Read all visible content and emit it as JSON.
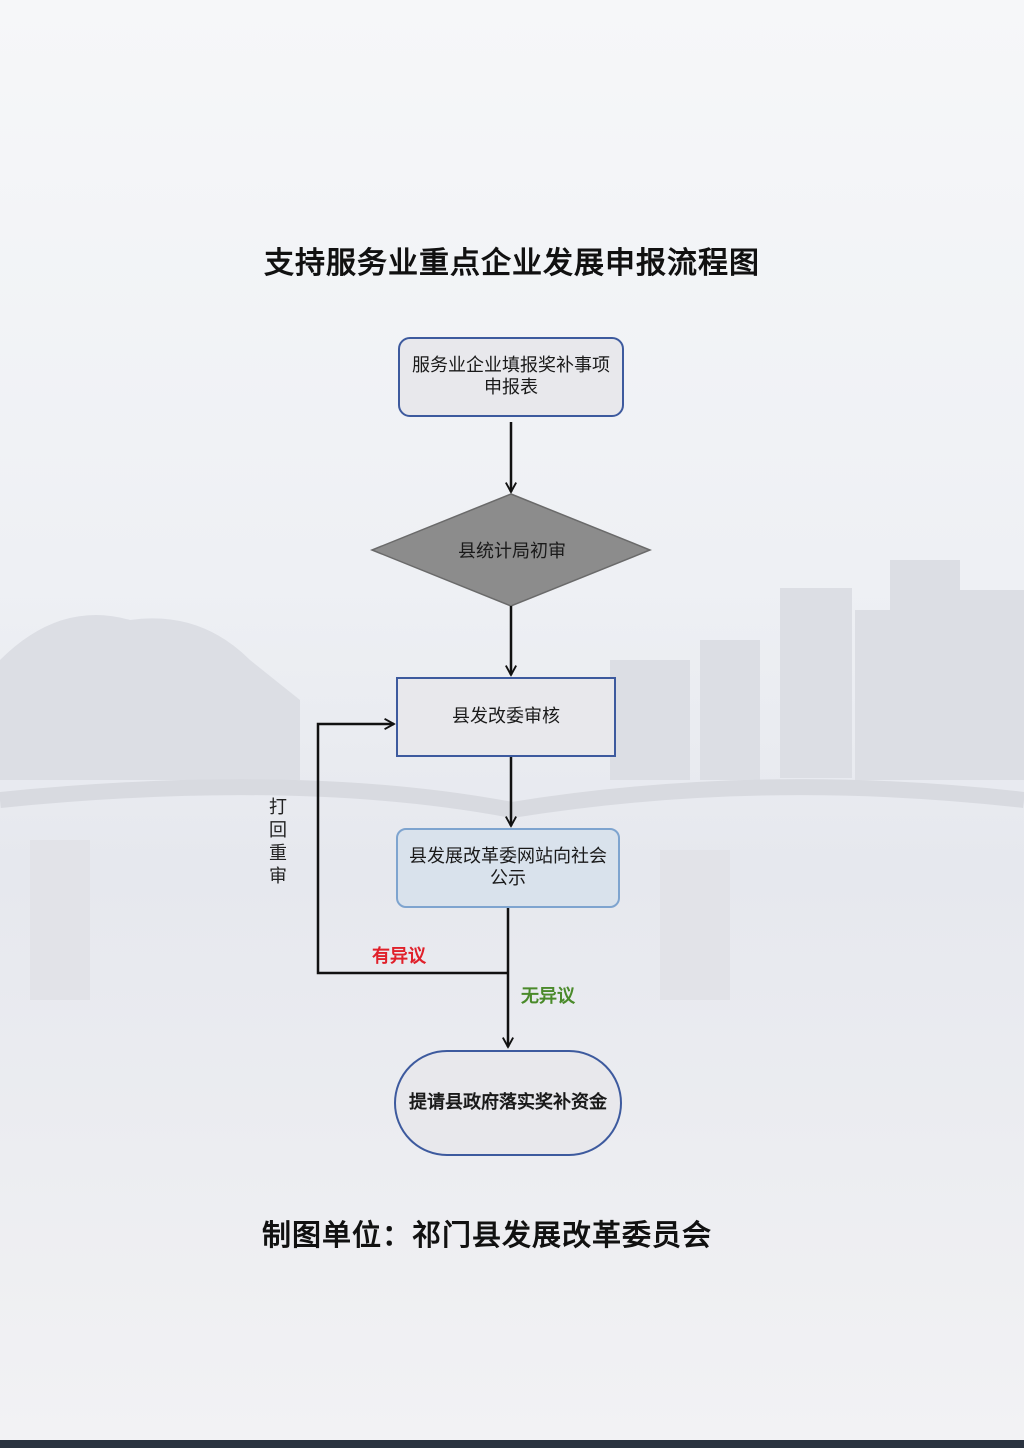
{
  "title": "支持服务业重点企业发展申报流程图",
  "footer": "制图单位：祁门县发展改革委员会",
  "nodes": [
    {
      "id": "n1",
      "shape": "rounded-rect",
      "label": "服务业企业填报奖补事项申报表"
    },
    {
      "id": "n2",
      "shape": "diamond",
      "label": "县统计局初审"
    },
    {
      "id": "n3",
      "shape": "rect",
      "label": "县发改委审核"
    },
    {
      "id": "n4",
      "shape": "rounded-rect",
      "label": "县发展改革委网站向社会公示"
    },
    {
      "id": "n5",
      "shape": "terminal",
      "label": "提请县政府落实奖补资金"
    }
  ],
  "edges": [
    {
      "from": "n1",
      "to": "n2",
      "label": ""
    },
    {
      "from": "n2",
      "to": "n3",
      "label": ""
    },
    {
      "from": "n3",
      "to": "n4",
      "label": ""
    },
    {
      "from": "n4",
      "to": "n5",
      "label": "无异议"
    },
    {
      "from": "n4",
      "to": "n3",
      "label": "有异议"
    }
  ],
  "loop_label": "打回重审",
  "colors": {
    "node_border": "#3d5a9e",
    "public_notice_border": "#7ea4cf",
    "diamond_fill": "#8c8c8c",
    "objection": "#e0202a",
    "no_objection": "#4a8a2a"
  }
}
